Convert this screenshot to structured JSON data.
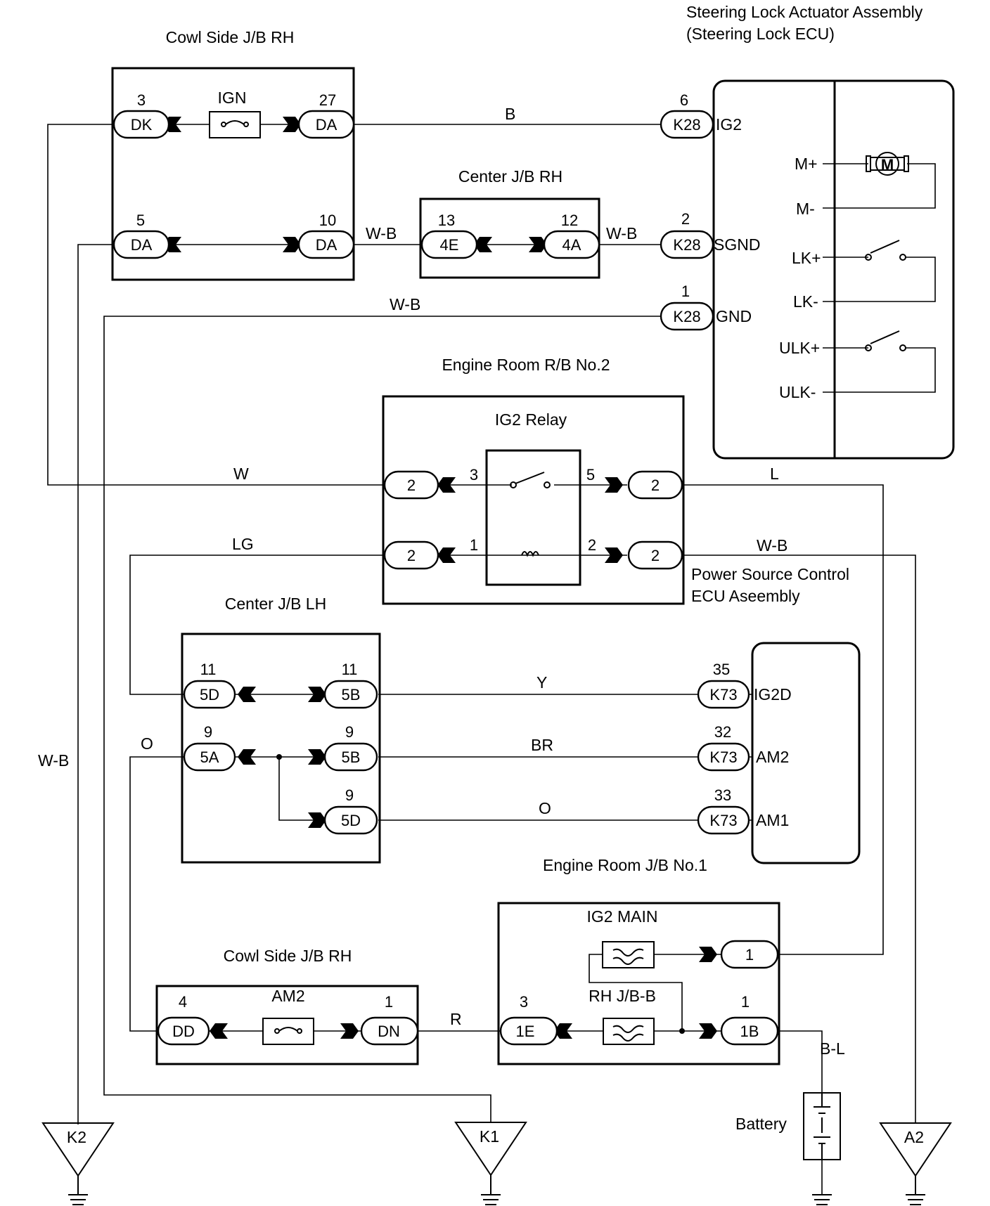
{
  "title_steering_lock": [
    "Steering Lock Actuator Assembly",
    "(Steering Lock ECU)"
  ],
  "cowl_jb_rh_top": "Cowl Side J/B RH",
  "cowl_jb_rh_bottom": "Cowl Side J/B RH",
  "center_jb_rh": "Center J/B RH",
  "engine_room_rb2": "Engine Room R/B No.2",
  "ig2_relay": "IG2 Relay",
  "center_jb_lh": "Center J/B LH",
  "power_source_ecu": [
    "Power Source Control",
    "ECU Aseembly"
  ],
  "engine_room_jb1": "Engine Room J/B No.1",
  "fuses": {
    "ign": "IGN",
    "am2": "AM2",
    "ig2_main": "IG2 MAIN",
    "rh_jb_b": "RH J/B-B"
  },
  "battery": "Battery",
  "connectors": {
    "dk": "DK",
    "da": "DA",
    "k28": "K28",
    "c4e": "4E",
    "c4a": "4A",
    "relay_pin": "2",
    "c5d": "5D",
    "c5b": "5B",
    "c5a": "5A",
    "k73": "K73",
    "dd": "DD",
    "dn": "DN",
    "c1e": "1E",
    "c1": "1",
    "c1b": "1B"
  },
  "pins": {
    "dk": "3",
    "da27": "27",
    "da5": "5",
    "da10": "10",
    "c13": "13",
    "c12": "12",
    "k28_6": "6",
    "k28_2": "2",
    "k28_1": "1",
    "r3": "3",
    "r5": "5",
    "r1": "1",
    "r2": "2",
    "c5d11": "11",
    "c5b11": "11",
    "c5a9": "9",
    "c5b9": "9",
    "c5d9": "9",
    "k73_35": "35",
    "k73_32": "32",
    "k73_33": "33",
    "dd4": "4",
    "dn1": "1",
    "c1e3": "3",
    "c1b1": "1"
  },
  "ecu_terminals": {
    "ig2": "IG2",
    "sgnd": "SGND",
    "gnd": "GND",
    "m_plus": "M+",
    "m_minus": "M-",
    "lk_plus": "LK+",
    "lk_minus": "LK-",
    "ulk_plus": "ULK+",
    "ulk_minus": "ULK-"
  },
  "ps_terminals": {
    "ig2d": "IG2D",
    "am2": "AM2",
    "am1": "AM1"
  },
  "motor": "M",
  "wire_colors": {
    "b": "B",
    "wb1": "W-B",
    "wb2": "W-B",
    "wb3": "W-B",
    "wb4": "W-B",
    "wb_left": "W-B",
    "w": "W",
    "l": "L",
    "lg": "LG",
    "y": "Y",
    "br": "BR",
    "o1": "O",
    "o2": "O",
    "r": "R",
    "bl": "B-L"
  },
  "grounds": {
    "k2": "K2",
    "k1": "K1",
    "a2": "A2"
  }
}
